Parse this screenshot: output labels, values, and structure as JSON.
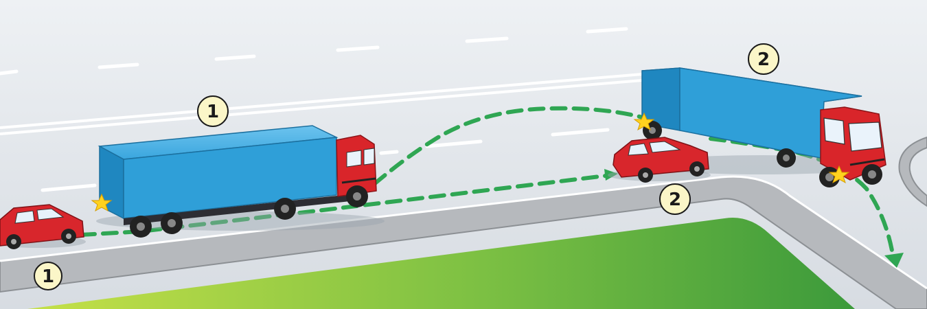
{
  "markers": {
    "car_1": "1",
    "truck_1": "1",
    "car_2": "2",
    "truck_2": "2"
  },
  "colors": {
    "road": "#dfe3e8",
    "lane_marking": "#ffffff",
    "curb": "#b7b9bc",
    "grass_light": "#b9dc46",
    "grass_dark": "#3f9a3c",
    "trailer": "#2f9fd8",
    "cab": "#d9252a",
    "car": "#d8262c",
    "path": "#2fa653",
    "marker_fill": "#fbf6c8",
    "signal": "#ffd21f"
  }
}
